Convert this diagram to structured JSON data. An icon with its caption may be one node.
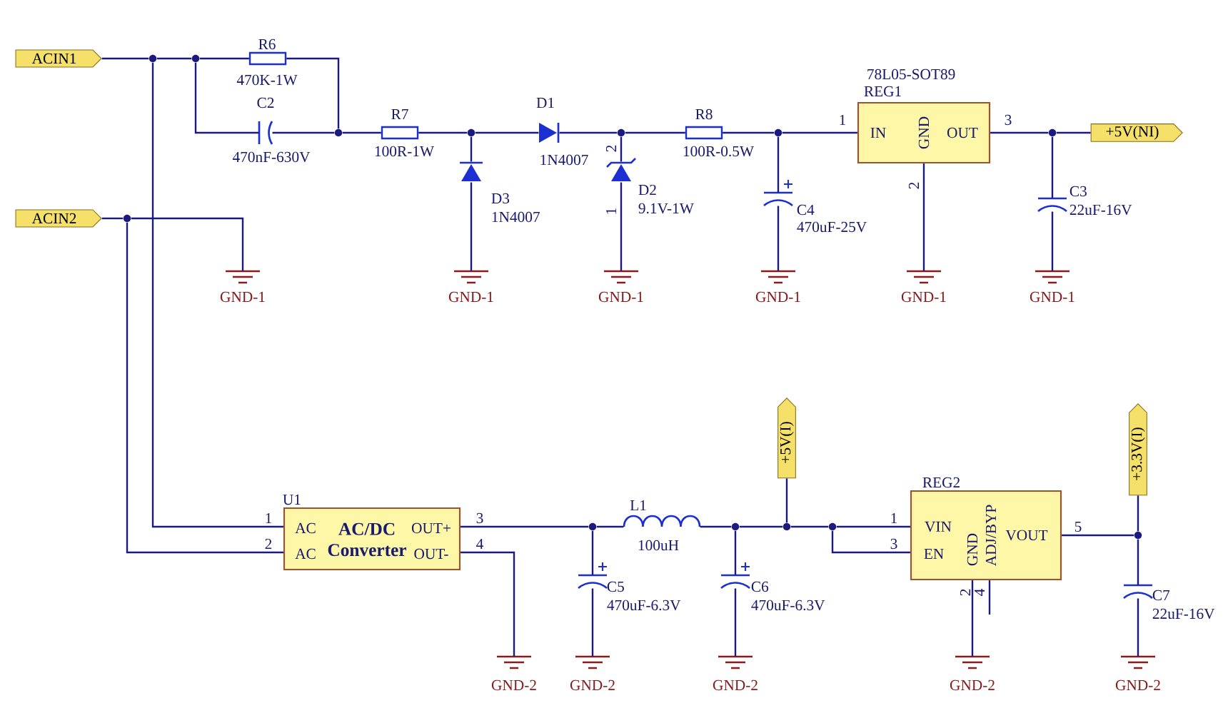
{
  "diagram": {
    "nodes": [
      {
        "text": [
          "ACIN1"
        ]
      },
      {
        "text": [],
        "shape": "circle"
      },
      {
        "text": [],
        "shape": "circle"
      },
      {
        "text": [],
        "shape": "resistor",
        "beside": [
          "R6",
          "470K-1W"
        ]
      },
      {
        "text": [],
        "shape": "capacitor",
        "beside": [
          "C2",
          "470nF-630V"
        ]
      },
      {
        "text": [],
        "shape": "circle"
      },
      {
        "text": [],
        "shape": "resistor",
        "beside": [
          "R7",
          "100R-1W"
        ]
      },
      {
        "text": [],
        "shape": "circle"
      },
      {
        "text": [],
        "shape": "diode",
        "beside": [
          "D1",
          "1N4007"
        ]
      },
      {
        "text": [],
        "shape": "circle"
      },
      {
        "text": [],
        "shape": "resistor",
        "beside": [
          "R8",
          "100R-0.5W"
        ]
      },
      {
        "text": [],
        "shape": "circle"
      },
      {
        "text": [
          "IN",
          "GND",
          "OUT"
        ],
        "beside": [
          "78L05-SOT89",
          "REG1",
          "1",
          "3",
          "2"
        ]
      },
      {
        "text": [],
        "shape": "circle"
      },
      {
        "text": [
          "+5V(NI)"
        ]
      },
      {
        "text": [],
        "shape": "diode",
        "beside": [
          "D3",
          "1N4007"
        ]
      },
      {
        "text": [],
        "shape": "diode",
        "beside": [
          "2",
          "D2",
          "9.1V-1W",
          "1"
        ]
      },
      {
        "text": [],
        "shape": "capacitor",
        "beside": [
          "C4",
          "470uF-25V"
        ]
      },
      {
        "text": [],
        "shape": "capacitor",
        "beside": [
          "C3",
          "22uF-16V"
        ]
      },
      {
        "text": [
          "ACIN2"
        ]
      },
      {
        "text": [],
        "shape": "circle"
      },
      {
        "text": [],
        "shape": "ground",
        "beside": [
          "GND-1"
        ]
      },
      {
        "text": [],
        "shape": "ground",
        "beside": [
          "GND-1"
        ]
      },
      {
        "text": [],
        "shape": "ground",
        "beside": [
          "GND-1"
        ]
      },
      {
        "text": [],
        "shape": "ground",
        "beside": [
          "GND-1"
        ]
      },
      {
        "text": [],
        "shape": "ground",
        "beside": [
          "GND-1"
        ]
      },
      {
        "text": [],
        "shape": "ground",
        "beside": [
          "GND-1"
        ]
      },
      {
        "text": [
          "+5V(I)"
        ]
      },
      {
        "text": [
          "+3.3V(I)"
        ]
      },
      {
        "text": [
          "AC",
          "AC",
          "AC/DC Converter",
          "OUT+",
          "OUT-"
        ],
        "beside": [
          "U1",
          "1",
          "2",
          "3",
          "4"
        ]
      },
      {
        "text": [],
        "shape": "inductor",
        "beside": [
          "L1",
          "100uH"
        ]
      },
      {
        "text": [],
        "shape": "circle"
      },
      {
        "text": [],
        "shape": "circle"
      },
      {
        "text": [],
        "shape": "circle"
      },
      {
        "text": [],
        "shape": "circle"
      },
      {
        "text": [
          "VIN",
          "EN",
          "GND",
          "ADJ/BYP",
          "VOUT"
        ],
        "beside": [
          "REG2",
          "1",
          "3",
          "5",
          "2",
          "4"
        ]
      },
      {
        "text": [],
        "shape": "circle"
      },
      {
        "text": [],
        "shape": "capacitor",
        "beside": [
          "C5",
          "470uF-6.3V"
        ]
      },
      {
        "text": [],
        "shape": "capacitor",
        "beside": [
          "C6",
          "470uF-6.3V"
        ]
      },
      {
        "text": [],
        "shape": "capacitor",
        "beside": [
          "C7",
          "22uF-16V"
        ]
      },
      {
        "text": [],
        "shape": "ground",
        "beside": [
          "GND-2"
        ]
      },
      {
        "text": [],
        "shape": "ground",
        "beside": [
          "GND-2"
        ]
      },
      {
        "text": [],
        "shape": "ground",
        "beside": [
          "GND-2"
        ]
      },
      {
        "text": [],
        "shape": "ground",
        "beside": [
          "GND-2"
        ]
      },
      {
        "text": [],
        "shape": "ground",
        "beside": [
          "GND-2"
        ]
      }
    ],
    "edges": [
      {
        "from": 0,
        "to": 1,
        "arrow": "none"
      },
      {
        "from": 1,
        "to": 2,
        "arrow": "none"
      },
      {
        "from": 2,
        "to": 3,
        "arrow": "none"
      },
      {
        "from": 3,
        "to": 5,
        "arrow": "none"
      },
      {
        "from": 2,
        "to": 4,
        "arrow": "none"
      },
      {
        "from": 4,
        "to": 5,
        "arrow": "none"
      },
      {
        "from": 5,
        "to": 6,
        "arrow": "none"
      },
      {
        "from": 6,
        "to": 7,
        "arrow": "none"
      },
      {
        "from": 7,
        "to": 8,
        "arrow": "none"
      },
      {
        "from": 8,
        "to": 9,
        "arrow": "none"
      },
      {
        "from": 9,
        "to": 10,
        "arrow": "none"
      },
      {
        "from": 10,
        "to": 11,
        "arrow": "none"
      },
      {
        "from": 11,
        "to": 12,
        "arrow": "none"
      },
      {
        "from": 12,
        "to": 13,
        "arrow": "none"
      },
      {
        "from": 13,
        "to": 14,
        "arrow": "none"
      },
      {
        "from": 7,
        "to": 15,
        "arrow": "none"
      },
      {
        "from": 15,
        "to": 22,
        "arrow": "none"
      },
      {
        "from": 9,
        "to": 16,
        "arrow": "none"
      },
      {
        "from": 16,
        "to": 23,
        "arrow": "none"
      },
      {
        "from": 11,
        "to": 17,
        "arrow": "none"
      },
      {
        "from": 17,
        "to": 24,
        "arrow": "none"
      },
      {
        "from": 12,
        "to": 25,
        "arrow": "none"
      },
      {
        "from": 13,
        "to": 18,
        "arrow": "none"
      },
      {
        "from": 18,
        "to": 26,
        "arrow": "none"
      },
      {
        "from": 19,
        "to": 20,
        "arrow": "none"
      },
      {
        "from": 20,
        "to": 21,
        "arrow": "none"
      },
      {
        "from": 1,
        "to": 29,
        "arrow": "none"
      },
      {
        "from": 20,
        "to": 29,
        "arrow": "none"
      },
      {
        "from": 29,
        "to": 31,
        "arrow": "none"
      },
      {
        "from": 29,
        "to": 40,
        "arrow": "none"
      },
      {
        "from": 31,
        "to": 30,
        "arrow": "none"
      },
      {
        "from": 31,
        "to": 37,
        "arrow": "none"
      },
      {
        "from": 37,
        "to": 41,
        "arrow": "none"
      },
      {
        "from": 30,
        "to": 32,
        "arrow": "none"
      },
      {
        "from": 32,
        "to": 33,
        "arrow": "none"
      },
      {
        "from": 32,
        "to": 38,
        "arrow": "none"
      },
      {
        "from": 38,
        "to": 42,
        "arrow": "none"
      },
      {
        "from": 27,
        "to": 33,
        "arrow": "none"
      },
      {
        "from": 33,
        "to": 34,
        "arrow": "none"
      },
      {
        "from": 34,
        "to": 35,
        "arrow": "none"
      },
      {
        "from": 34,
        "to": 35,
        "arrow": "none"
      },
      {
        "from": 35,
        "to": 43,
        "arrow": "none"
      },
      {
        "from": 35,
        "to": null,
        "arrow": "none"
      },
      {
        "from": 35,
        "to": 36,
        "arrow": "none"
      },
      {
        "from": 36,
        "to": 28,
        "arrow": "none"
      },
      {
        "from": 36,
        "to": 39,
        "arrow": "none"
      },
      {
        "from": 39,
        "to": 44,
        "arrow": "none"
      }
    ]
  }
}
